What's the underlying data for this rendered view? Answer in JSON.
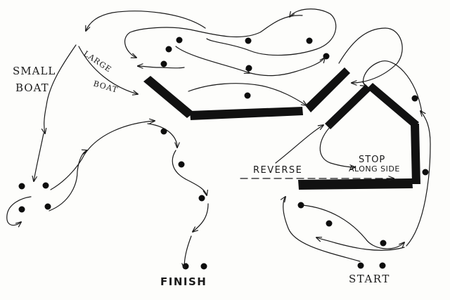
{
  "labels": {
    "small_boat_line1": "SMALL",
    "small_boat_line2": "BOAT",
    "large_boat_line1": "LARGE",
    "large_boat_line2": "BOAT",
    "reverse": "REVERSE",
    "stop_line1": "STOP",
    "stop_line2": "ALONG SIDE",
    "finish": "FINISH",
    "start": "START"
  },
  "colors": {
    "ink": "#1a1a1a",
    "paper": "#fdfdfb"
  }
}
